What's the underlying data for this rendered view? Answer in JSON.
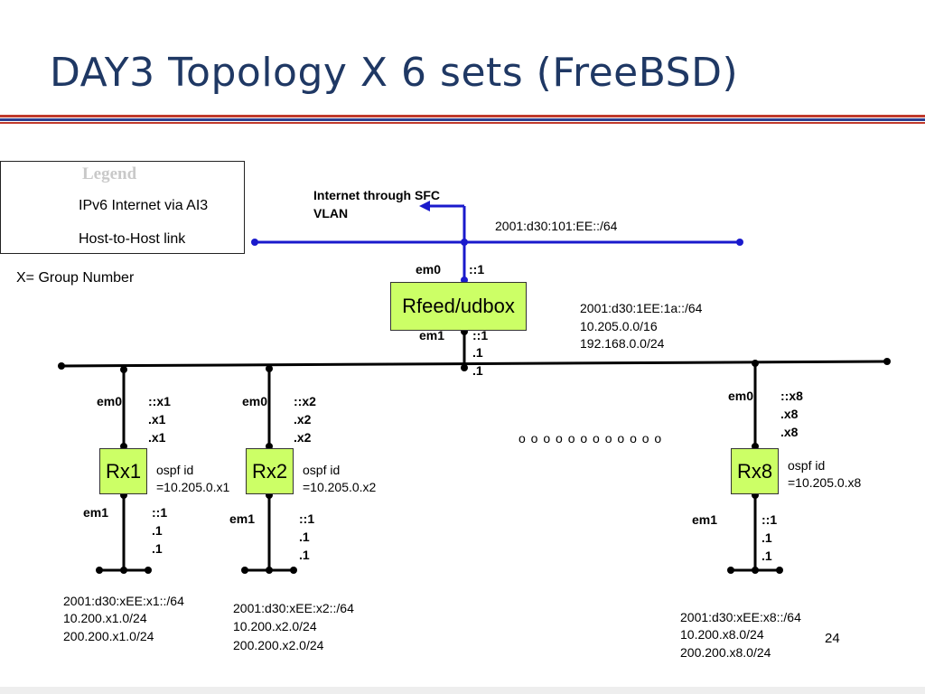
{
  "slide": {
    "title": "DAY3 Topology X 6 sets (FreeBSD)",
    "page_number": "24"
  },
  "legend": {
    "title": "Legend",
    "ipv6_label": "IPv6 Internet via AI3",
    "host_label": "Host-to-Host link",
    "group_note": "X= Group Number"
  },
  "internet": {
    "label_line1": "Internet through SFC",
    "label_line2": "VLAN",
    "prefix": "2001:d30:101:EE::/64"
  },
  "rfeed": {
    "name": "Rfeed/udbox",
    "em0": "em0",
    "em0_addr": "::1",
    "em1": "em1",
    "em1_v6": "::1",
    "em1_a": ".1",
    "em1_b": ".1",
    "net_v6": "2001:d30:1EE:1a::/64",
    "net_v4a": "10.205.0.0/16",
    "net_v4b": "192.168.0.0/24"
  },
  "ellipsis": "o o o o o o o o o o o o",
  "routers": [
    {
      "name": "Rx1",
      "em0": "em0",
      "up_v6": "::x1",
      "up_a": ".x1",
      "up_b": ".x1",
      "ospf1": "ospf id",
      "ospf2": "=10.205.0.x1",
      "em1": "em1",
      "dn_v6": "::1",
      "dn_a": ".1",
      "dn_b": ".1",
      "net_v6": "2001:d30:xEE:x1::/64",
      "net_v4a": "10.200.x1.0/24",
      "net_v4b": "200.200.x1.0/24"
    },
    {
      "name": "Rx2",
      "em0": "em0",
      "up_v6": "::x2",
      "up_a": ".x2",
      "up_b": ".x2",
      "ospf1": "ospf id",
      "ospf2": "=10.205.0.x2",
      "em1": "em1",
      "dn_v6": "::1",
      "dn_a": ".1",
      "dn_b": ".1",
      "net_v6": "2001:d30:xEE:x2::/64",
      "net_v4a": "10.200.x2.0/24",
      "net_v4b": "200.200.x2.0/24"
    },
    {
      "name": "Rx8",
      "em0": "em0",
      "up_v6": "::x8",
      "up_a": ".x8",
      "up_b": ".x8",
      "ospf1": "ospf id",
      "ospf2": "=10.205.0.x8",
      "em1": "em1",
      "dn_v6": "::1",
      "dn_a": ".1",
      "dn_b": ".1",
      "net_v6": "2001:d30:xEE:x8::/64",
      "net_v4a": "10.200.x8.0/24",
      "net_v4b": "200.200.x8.0/24"
    }
  ],
  "colors": {
    "title": "#1f3864",
    "ipv6_link": "#1a1acc",
    "host_link": "#000000",
    "router_fill": "#ccff66"
  }
}
